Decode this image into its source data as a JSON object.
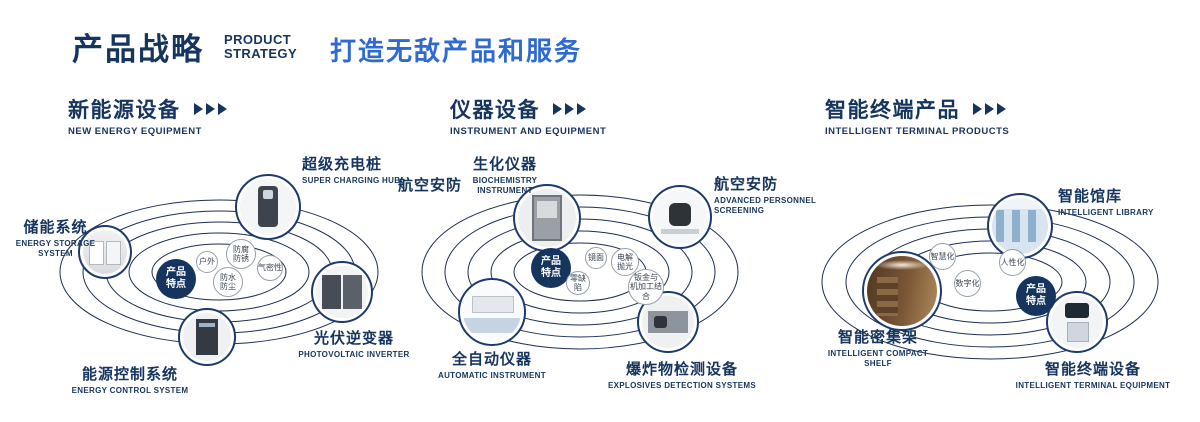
{
  "header": {
    "title": "产品战略",
    "title_en": "PRODUCT\nSTRATEGY",
    "subtitle": "打造无敌产品和服务"
  },
  "sections": [
    {
      "title": "新能源设备",
      "title_en": "NEW ENERGY EQUIPMENT",
      "badge": "产品\n特点",
      "products": [
        {
          "name": "储能系统",
          "name_en": "ENERGY STORAGE\nSYSTEM"
        },
        {
          "name": "超级充电桩",
          "name_en": "SUPER CHARGING HUB"
        },
        {
          "name": "光伏逆变器",
          "name_en": "PHOTOVOLTAIC INVERTER"
        },
        {
          "name": "能源控制系统",
          "name_en": "ENERGY CONTROL SYSTEM"
        }
      ],
      "features": [
        "户外",
        "防腐\n防锈",
        "气密性",
        "防水\n防尘"
      ]
    },
    {
      "title": "仪器设备",
      "title_en": "INSTRUMENT AND EQUIPMENT",
      "badge": "产品\n特点",
      "side_label": "航空安防",
      "products": [
        {
          "name": "生化仪器",
          "name_en": "BIOCHEMISTRY\nINSTRUMENT"
        },
        {
          "name": "航空安防",
          "name_en": "ADVANCED PERSONNEL\nSCREENING"
        },
        {
          "name": "全自动仪器",
          "name_en": "AUTOMATIC INSTRUMENT"
        },
        {
          "name": "爆炸物检测设备",
          "name_en": "EXPLOSIVES DETECTION SYSTEMS"
        }
      ],
      "features": [
        "镜面",
        "电解\n抛光",
        "零缺陷",
        "钣金与\n机加工结合"
      ]
    },
    {
      "title": "智能终端产品",
      "title_en": "INTELLIGENT TERMINAL PRODUCTS",
      "badge": "产品\n特点",
      "products": [
        {
          "name": "智能馆库",
          "name_en": "INTELLIGENT LIBRARY"
        },
        {
          "name": "智能密集架",
          "name_en": "INTELLIGENT COMPACT\nSHELF"
        },
        {
          "name": "智能终端设备",
          "name_en": "INTELLIGENT TERMINAL EQUIPMENT"
        }
      ],
      "features": [
        "智慧化",
        "人性化",
        "数字化"
      ]
    }
  ],
  "colors": {
    "navy": "#16355e",
    "blue": "#2e6ad1"
  }
}
